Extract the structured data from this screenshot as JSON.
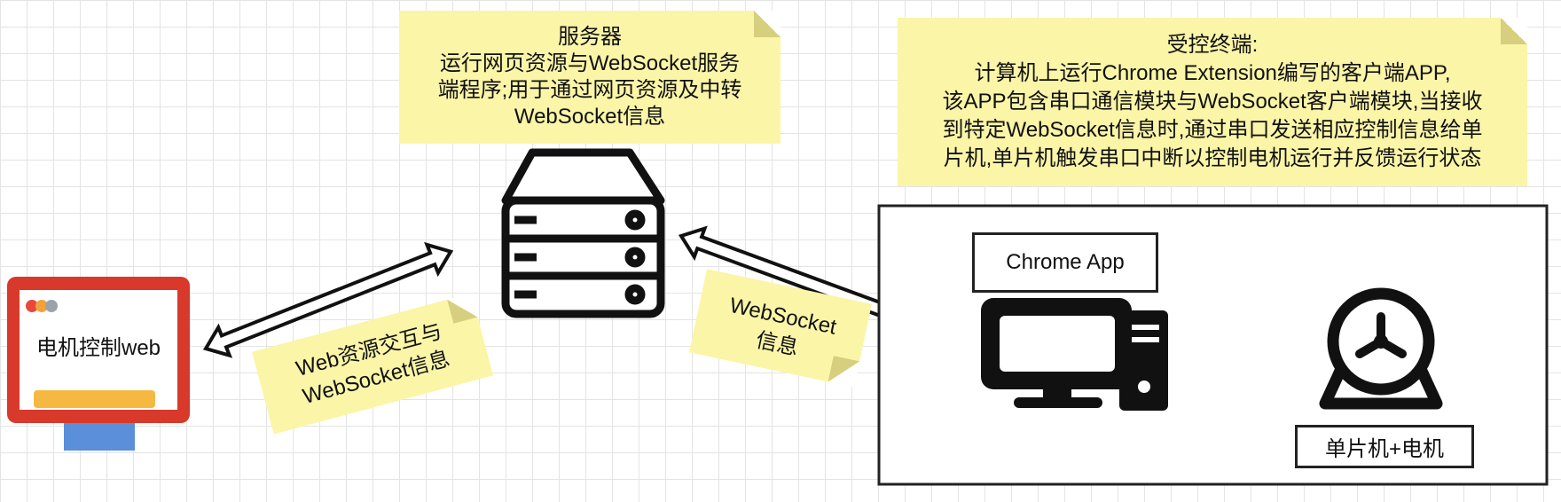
{
  "server_note": {
    "lines": [
      "服务器",
      "运行网页资源与WebSocket服务",
      "端程序;用于通过网页资源及中转",
      "WebSocket信息"
    ]
  },
  "terminal_note": {
    "lines": [
      "受控终端:",
      "计算机上运行Chrome Extension编写的客户端APP,",
      "该APP包含串口通信模块与WebSocket客户端模块,当接收",
      "到特定WebSocket信息时,通过串口发送相应控制信息给单",
      "片机,单片机触发串口中断以控制电机运行并反馈运行状态"
    ]
  },
  "web_client": {
    "label": "电机控制web"
  },
  "edge_label_left": {
    "lines": [
      "Web资源交互与",
      "WebSocket信息"
    ]
  },
  "edge_label_right": {
    "lines": [
      "WebSocket",
      "信息"
    ]
  },
  "chrome_app_box": {
    "label": "Chrome App"
  },
  "mcu_motor_box": {
    "label": "单片机+电机"
  },
  "colors": {
    "note": "#fbf5a8",
    "monitor_red": "#d8392b",
    "stand_blue": "#5b8fd9",
    "bar_orange": "#f5b942",
    "dot_red": "#e8493b",
    "dot_orange": "#f3a23a",
    "dot_gray": "#9aa3ad"
  }
}
